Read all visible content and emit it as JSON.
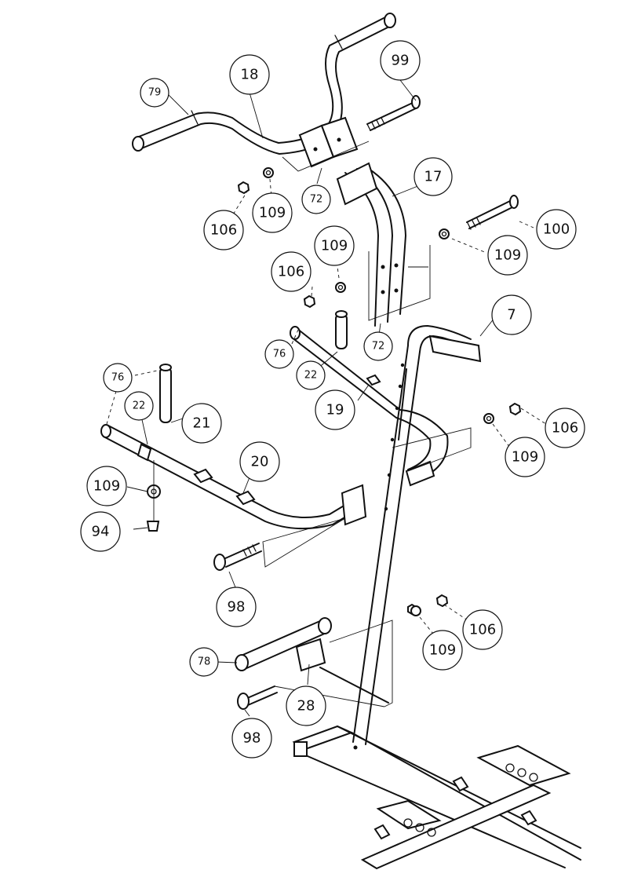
{
  "callouts": {
    "c79": "79",
    "c18": "18",
    "c99": "99",
    "c17": "17",
    "c72a": "72",
    "c106a": "106",
    "c109a": "109",
    "c100": "100",
    "c109b": "109",
    "c106b": "106",
    "c109c": "109",
    "c7": "7",
    "c72b": "72",
    "c76a": "76",
    "c22a": "22",
    "c19": "19",
    "c76b": "76",
    "c22b": "22",
    "c21": "21",
    "c106c": "106",
    "c109d": "109",
    "c20": "20",
    "c109e": "109",
    "c94": "94",
    "c98a": "98",
    "c106d": "106",
    "c109f": "109",
    "c78": "78",
    "c28": "28",
    "c98b": "98"
  }
}
